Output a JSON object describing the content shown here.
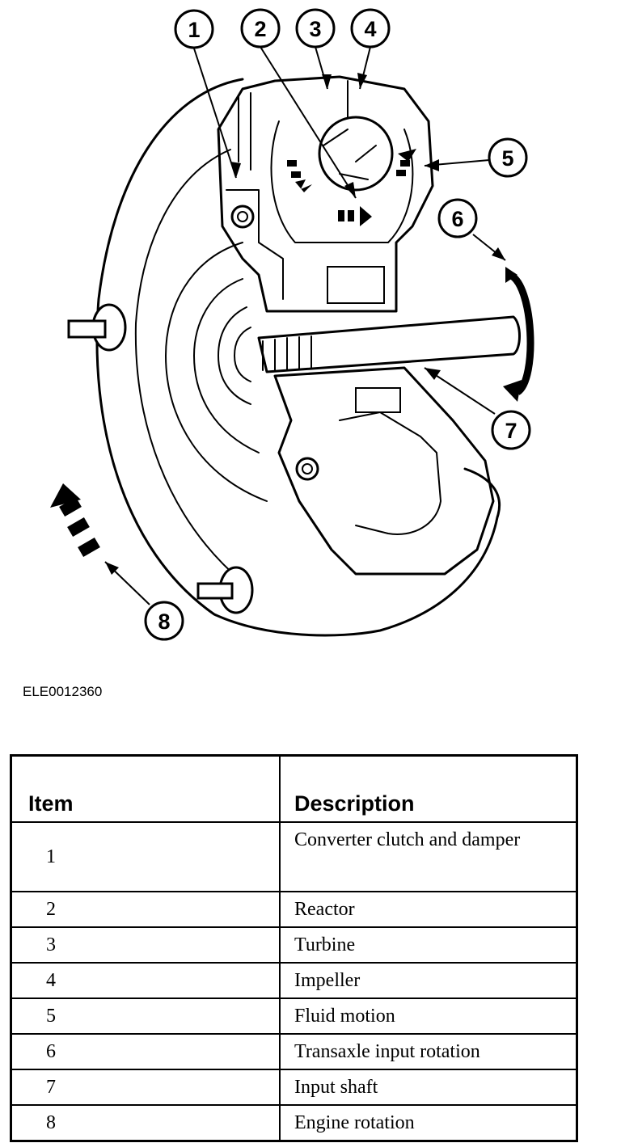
{
  "figure_code": "ELE0012360",
  "callouts": [
    "1",
    "2",
    "3",
    "4",
    "5",
    "6",
    "7",
    "8"
  ],
  "table": {
    "header_item": "Item",
    "header_description": "Description",
    "rows": [
      {
        "item": "1",
        "description": "Converter clutch and damper"
      },
      {
        "item": "2",
        "description": "Reactor"
      },
      {
        "item": "3",
        "description": "Turbine"
      },
      {
        "item": "4",
        "description": "Impeller"
      },
      {
        "item": "5",
        "description": "Fluid motion"
      },
      {
        "item": "6",
        "description": "Transaxle input rotation"
      },
      {
        "item": "7",
        "description": "Input shaft"
      },
      {
        "item": "8",
        "description": "Engine rotation"
      }
    ]
  }
}
